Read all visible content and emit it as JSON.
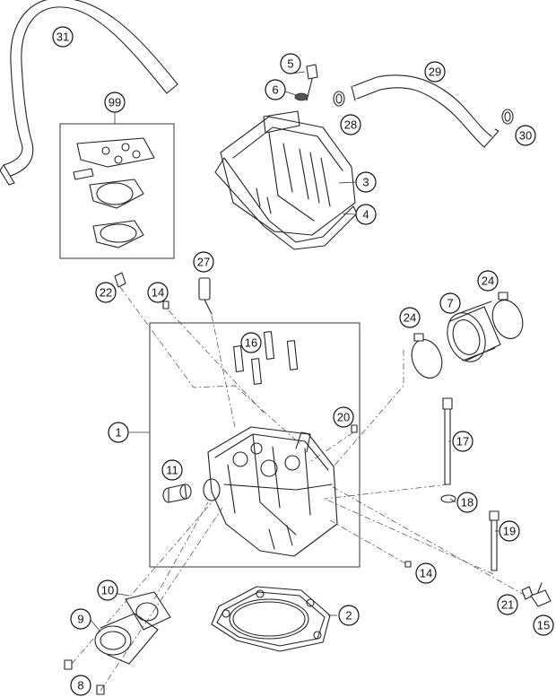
{
  "callouts": [
    "31",
    "99",
    "5",
    "6",
    "29",
    "28",
    "30",
    "3",
    "4",
    "27",
    "22",
    "14",
    "24",
    "7",
    "24b",
    "16",
    "1",
    "20",
    "17",
    "11",
    "18",
    "19",
    "14b",
    "10",
    "9",
    "21",
    "2",
    "15",
    "8"
  ],
  "labels": {
    "c31": "31",
    "c99": "99",
    "c5": "5",
    "c6": "6",
    "c29": "29",
    "c28": "28",
    "c30": "30",
    "c3": "3",
    "c4": "4",
    "c27": "27",
    "c22": "22",
    "c14": "14",
    "c24a": "24",
    "c7": "7",
    "c24b": "24",
    "c16": "16",
    "c1": "1",
    "c20": "20",
    "c17": "17",
    "c11": "11",
    "c18": "18",
    "c19": "19",
    "c14b": "14",
    "c10": "10",
    "c9": "9",
    "c21": "21",
    "c2": "2",
    "c15": "15",
    "c8": "8"
  }
}
